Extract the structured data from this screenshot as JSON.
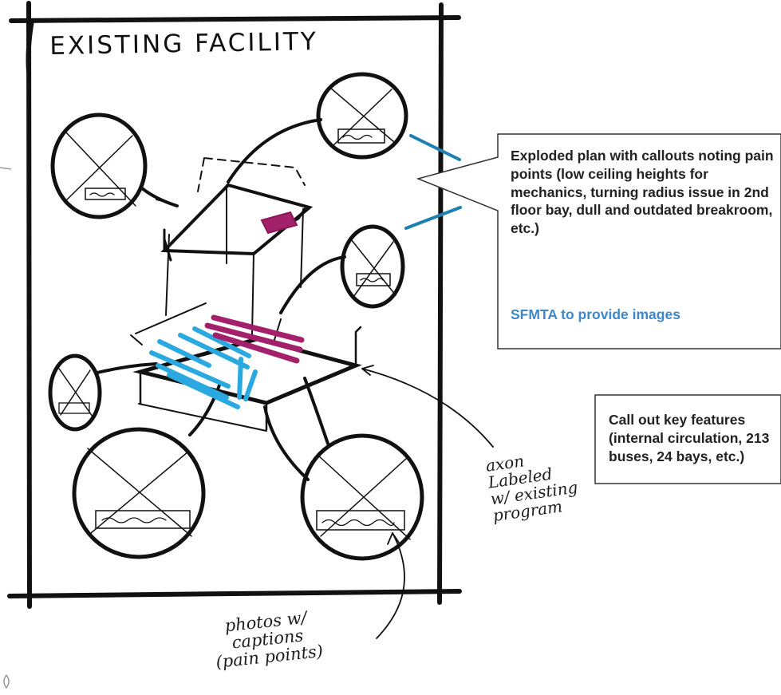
{
  "sketch": {
    "title": "EXISTING FACILITY",
    "annotation_axon": "axon\nLabeled\nw/ existing\nprogram",
    "annotation_photos": "photos w/\ncaptions\n(pain points)"
  },
  "callouts": {
    "exploded_plan": {
      "text": "Exploded plan with callouts noting pain points (low ceiling heights for mechanics, turning radius issue in 2nd floor bay, dull and outdated breakroom, etc.)",
      "action": "SFMTA to provide images"
    },
    "key_features": {
      "text": "Call out key features (internal circulation, 213 buses, 24 bays, etc.)"
    }
  },
  "colors": {
    "ink": "#111111",
    "magenta": "#a3206b",
    "cyan": "#2aa9e0",
    "teal": "#1e7fb3",
    "callout_action": "#3f87c9"
  }
}
